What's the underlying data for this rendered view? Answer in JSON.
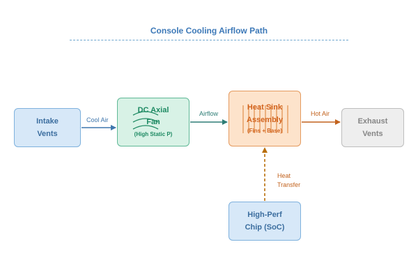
{
  "title": "Console Cooling Airflow Path",
  "nodes": {
    "intake": {
      "line1": "Intake",
      "line2": "Vents"
    },
    "fan": {
      "line1": "DC Axial",
      "line2": "Fan",
      "subtitle": "(High Static P)"
    },
    "heatsink": {
      "line1": "Heat Sink",
      "line2": "Assembly",
      "subtitle": "(Fins + Base)"
    },
    "exhaust": {
      "line1": "Exhaust",
      "line2": "Vents"
    },
    "chip": {
      "line1": "High-Perf",
      "line2": "Chip (SoC)"
    }
  },
  "edges": {
    "cool_air": "Cool Air",
    "airflow": "Airflow",
    "hot_air": "Hot Air",
    "heat_transfer": "Heat\nTransfer"
  },
  "colors": {
    "title": "#3d79b8",
    "cool_arrow": "#3f77ad",
    "airflow_arrow": "#2e7d76",
    "hot_arrow": "#c2621d",
    "heat_arrow": "#b86e0a"
  }
}
